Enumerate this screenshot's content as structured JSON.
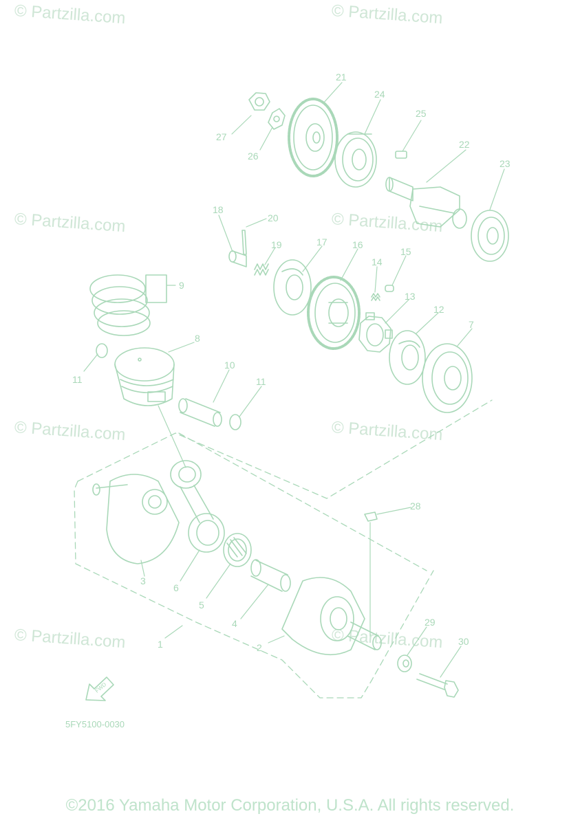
{
  "diagram": {
    "code": "5FY5100-0030",
    "copyright": "©2016 Yamaha Motor Corporation, U.S.A. All rights reserved.",
    "watermark": "© Partzilla.com",
    "fwd_label": "FWD",
    "parts": [
      "1",
      "2",
      "3",
      "4",
      "5",
      "6",
      "7",
      "8",
      "9",
      "10",
      "11",
      "11",
      "12",
      "13",
      "14",
      "15",
      "16",
      "17",
      "18",
      "19",
      "20",
      "21",
      "22",
      "23",
      "24",
      "25",
      "26",
      "27",
      "28",
      "29",
      "30"
    ]
  },
  "colors": {
    "line": "#a9d8b8",
    "label": "#a9d8b8",
    "watermark": "#cfe6d6"
  }
}
